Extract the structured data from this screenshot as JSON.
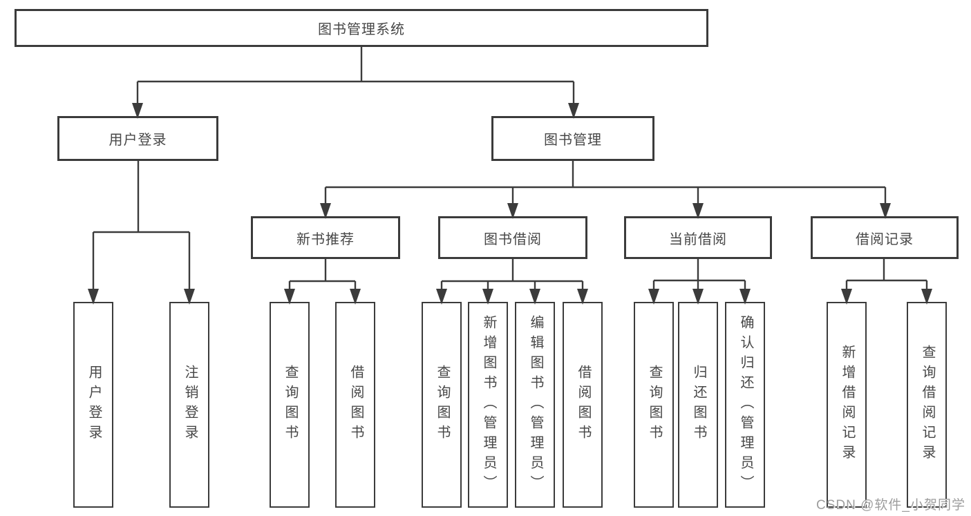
{
  "diagram_type": "hierarchy-tree",
  "tree": {
    "root": {
      "label": "图书管理系统",
      "children": [
        {
          "label": "用户登录",
          "children": [
            {
              "label": "用户登录"
            },
            {
              "label": "注销登录"
            }
          ]
        },
        {
          "label": "图书管理",
          "children": [
            {
              "label": "新书推荐",
              "children": [
                {
                  "label": "查询图书"
                },
                {
                  "label": "借阅图书"
                }
              ]
            },
            {
              "label": "图书借阅",
              "children": [
                {
                  "label": "查询图书"
                },
                {
                  "label": "新增图书（管理员）"
                },
                {
                  "label": "编辑图书（管理员）"
                },
                {
                  "label": "借阅图书"
                }
              ]
            },
            {
              "label": "当前借阅",
              "children": [
                {
                  "label": "查询图书"
                },
                {
                  "label": "归还图书"
                },
                {
                  "label": "确认归还（管理员）"
                }
              ]
            },
            {
              "label": "借阅记录",
              "children": [
                {
                  "label": "新增借阅记录"
                },
                {
                  "label": "查询借阅记录"
                }
              ]
            }
          ]
        }
      ]
    }
  },
  "watermark": {
    "text": "CSDN @软件_小贺同学"
  },
  "colors": {
    "line": "#3b3b3b",
    "box_border": "#3b3b3b",
    "box_fill": "#ffffff",
    "text": "#474747",
    "watermark": "#9d9d9d",
    "background": "#ffffff"
  }
}
